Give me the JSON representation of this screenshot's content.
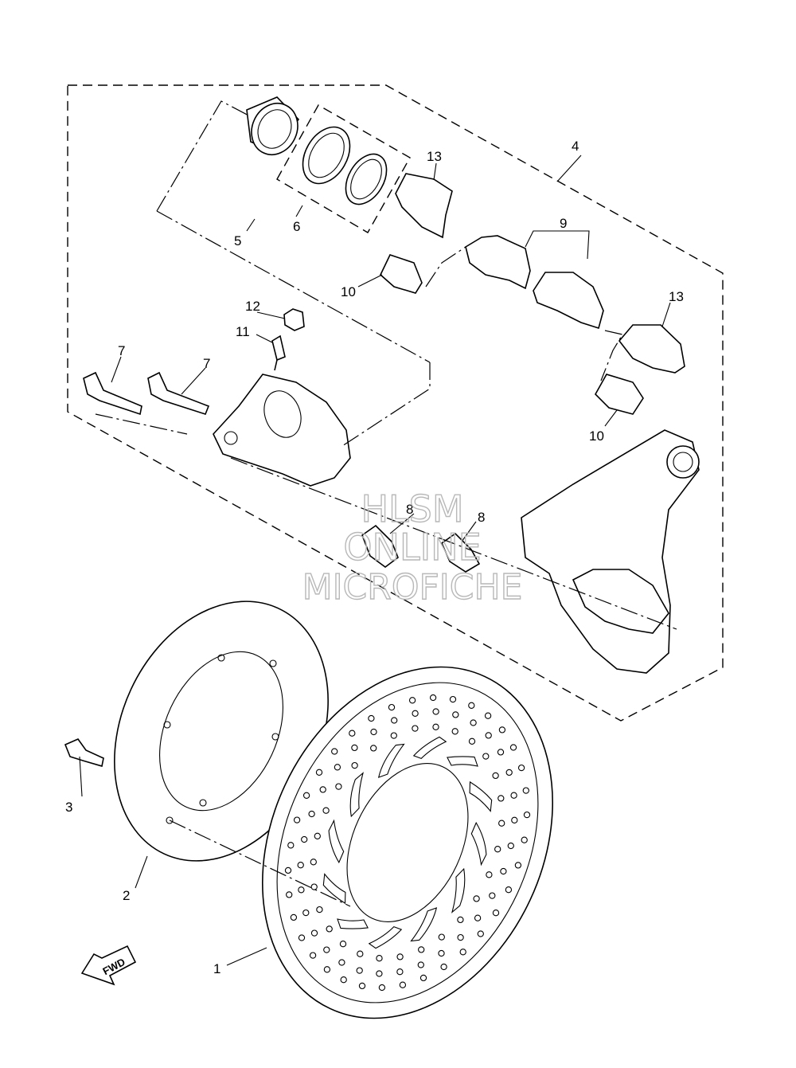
{
  "watermark": {
    "line1": "HLSM",
    "line2": "ONLINE",
    "line3": "MICROFICHE"
  },
  "direction_label": "FWD",
  "callouts": [
    {
      "id": "c1",
      "number": "1"
    },
    {
      "id": "c2",
      "number": "2"
    },
    {
      "id": "c3",
      "number": "3"
    },
    {
      "id": "c4",
      "number": "4"
    },
    {
      "id": "c5",
      "number": "5"
    },
    {
      "id": "c6",
      "number": "6"
    },
    {
      "id": "c7a",
      "number": "7"
    },
    {
      "id": "c7b",
      "number": "7"
    },
    {
      "id": "c8a",
      "number": "8"
    },
    {
      "id": "c8b",
      "number": "8"
    },
    {
      "id": "c9",
      "number": "9"
    },
    {
      "id": "c10a",
      "number": "10"
    },
    {
      "id": "c10b",
      "number": "10"
    },
    {
      "id": "c11",
      "number": "11"
    },
    {
      "id": "c12",
      "number": "12"
    },
    {
      "id": "c13a",
      "number": "13"
    },
    {
      "id": "c13b",
      "number": "13"
    }
  ]
}
